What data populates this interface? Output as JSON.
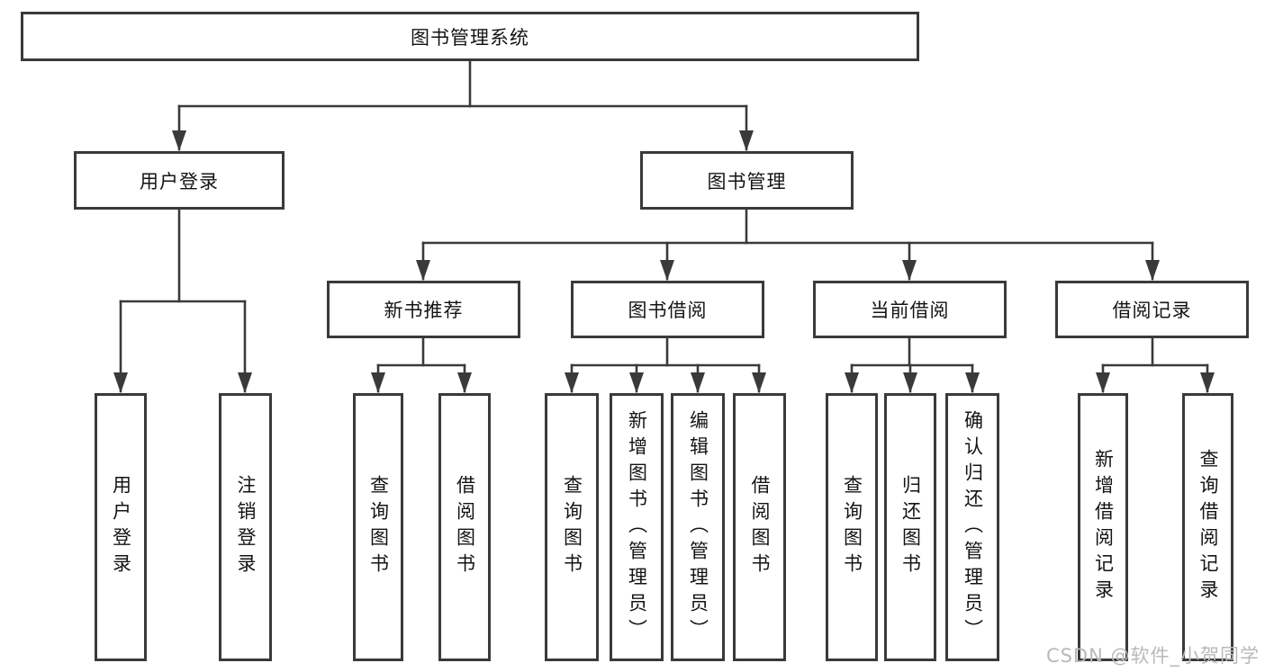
{
  "diagram": {
    "type": "hierarchy-tree",
    "nodes": {
      "root": {
        "label": "图书管理系统"
      },
      "level2": [
        {
          "label": "用户登录"
        },
        {
          "label": "图书管理"
        }
      ],
      "level3": [
        {
          "label": "新书推荐"
        },
        {
          "label": "图书借阅"
        },
        {
          "label": "当前借阅"
        },
        {
          "label": "借阅记录"
        }
      ],
      "leaves": {
        "user_login": [
          {
            "label": "用户登录"
          },
          {
            "label": "注销登录"
          }
        ],
        "new_book": [
          {
            "label": "查询图书"
          },
          {
            "label": "借阅图书"
          }
        ],
        "book_borrow": [
          {
            "label": "查询图书"
          },
          {
            "label": "新增图书（管理员）"
          },
          {
            "label": "编辑图书（管理员）"
          },
          {
            "label": "借阅图书"
          }
        ],
        "current_borrow": [
          {
            "label": "查询图书"
          },
          {
            "label": "归还图书"
          },
          {
            "label": "确认归还（管理员）"
          }
        ],
        "borrow_record": [
          {
            "label": "新增借阅记录"
          },
          {
            "label": "查询借阅记录"
          }
        ]
      }
    }
  },
  "watermark": "CSDN @软件_小贺同学",
  "colors": {
    "line": "#3a3a3a",
    "box_border": "#3a3a3a",
    "text": "#141414",
    "watermark": "#b9b9b9",
    "background": "#ffffff"
  }
}
